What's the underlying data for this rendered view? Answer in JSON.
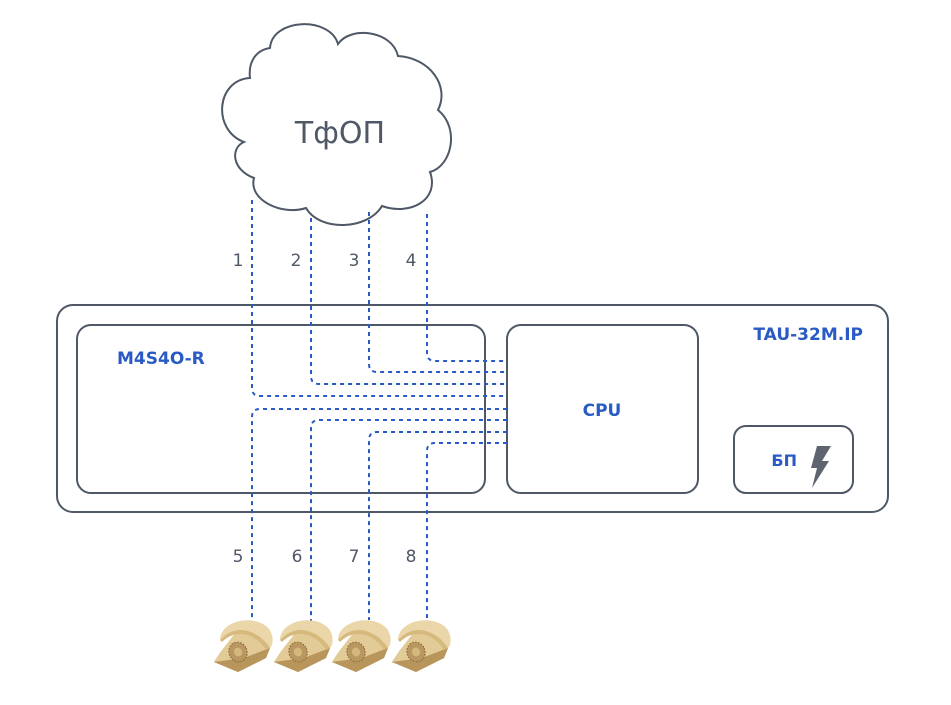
{
  "cloud": {
    "label": "ТфОП"
  },
  "device": {
    "title": "TAU-32M.IP",
    "module": {
      "label": "M4S4O-R"
    },
    "cpu": {
      "label": "CPU"
    },
    "psu": {
      "label": "БП",
      "icon": "lightning-icon"
    }
  },
  "upper_lines": [
    {
      "label": "1"
    },
    {
      "label": "2"
    },
    {
      "label": "3"
    },
    {
      "label": "4"
    }
  ],
  "lower_lines": [
    {
      "label": "5"
    },
    {
      "label": "6"
    },
    {
      "label": "7"
    },
    {
      "label": "8"
    }
  ],
  "phones": [
    {
      "icon": "telephone-icon"
    },
    {
      "icon": "telephone-icon"
    },
    {
      "icon": "telephone-icon"
    },
    {
      "icon": "telephone-icon"
    }
  ],
  "colors": {
    "accent": "#2a5bc4",
    "outline": "#4f5866",
    "phone": "#e6cd98"
  }
}
